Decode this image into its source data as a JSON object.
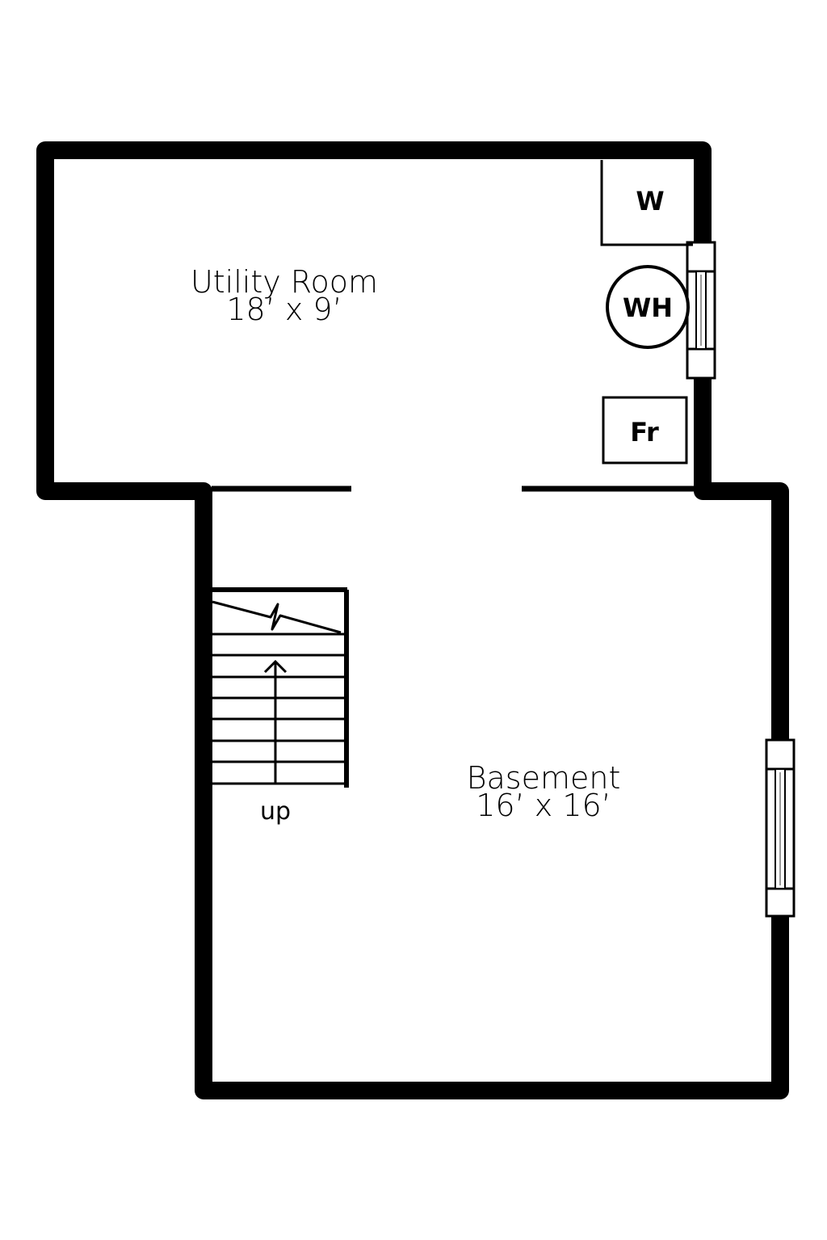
{
  "colors": {
    "wall": "#000000",
    "background": "#ffffff",
    "window_glass": "#999999"
  },
  "rooms": [
    {
      "name": "Utility Room",
      "dimensions": "18’ x 9’"
    },
    {
      "name": "Basement",
      "dimensions": "16’ x 16’"
    }
  ],
  "fixtures": {
    "washer": "W",
    "water_heater": "WH",
    "furnace": "Fr"
  },
  "stairs": {
    "direction": "up"
  }
}
